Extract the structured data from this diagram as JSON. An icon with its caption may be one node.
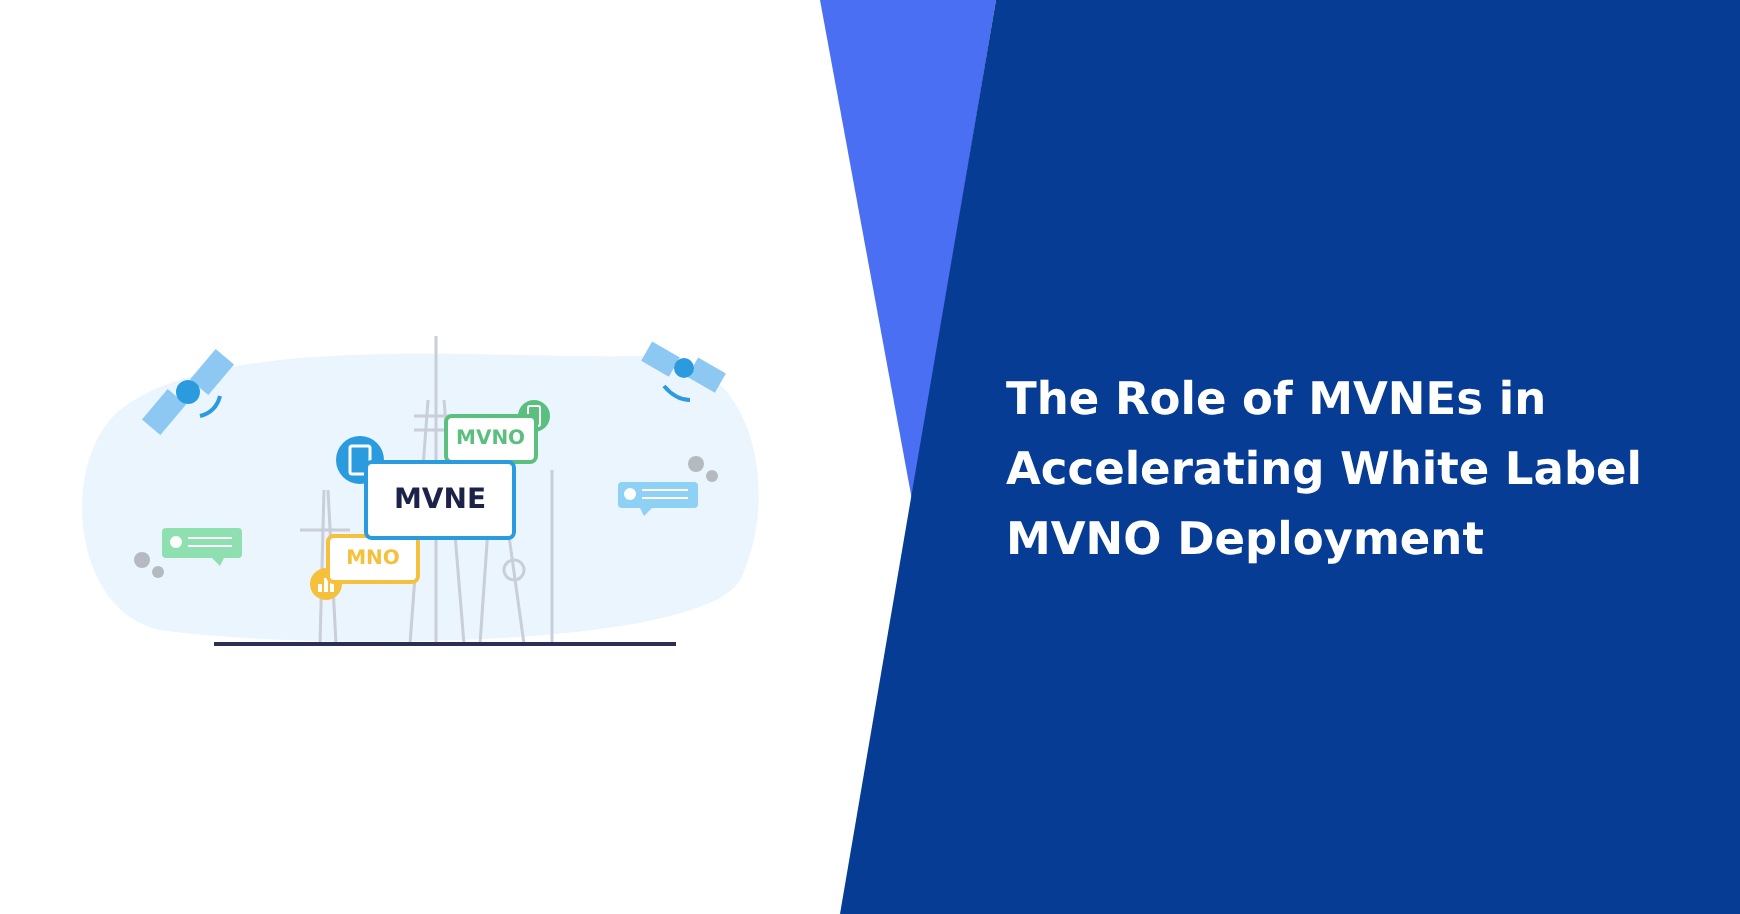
{
  "diagram": {
    "title": "The Role of MVNEs in Accelerating White Label MVNO Deployment",
    "nodes": [
      {
        "text": [
          "MVNO"
        ]
      },
      {
        "text": [
          "MVNE"
        ]
      },
      {
        "text": [
          "MNO"
        ]
      }
    ]
  }
}
